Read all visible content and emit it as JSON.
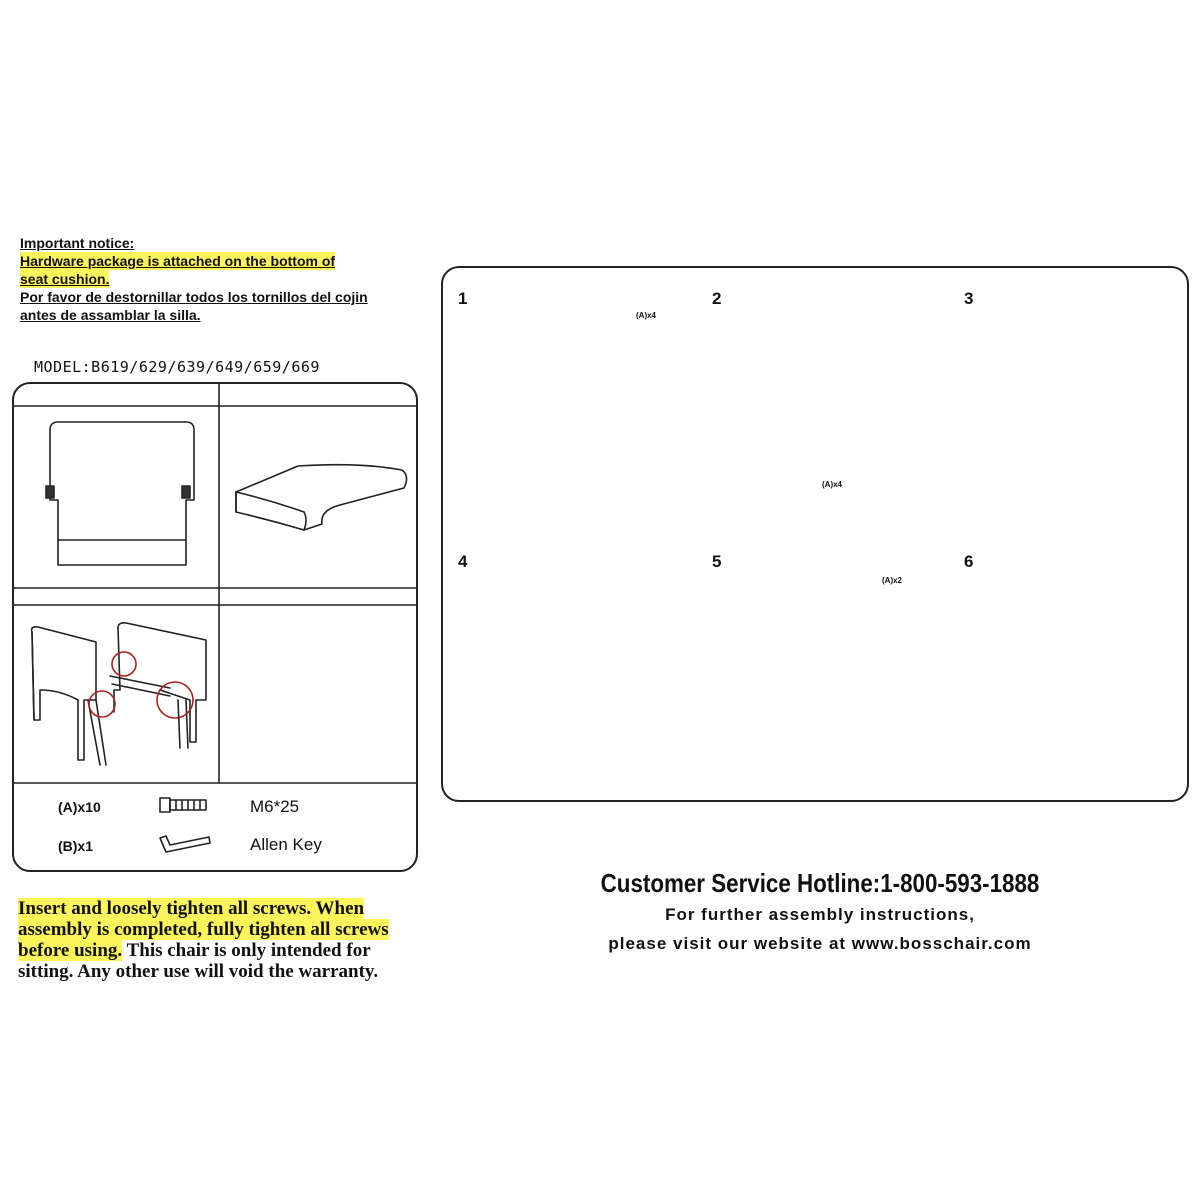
{
  "notice": {
    "heading": "Important notice:",
    "line1": "Hardware package is attached on the bottom of",
    "line2": "seat cushion.",
    "line3": "Por favor de destornillar todos los tornillos del cojin",
    "line4": "antes de assamblar la silla."
  },
  "model": "MODEL:B619/629/639/649/659/669",
  "hardware": [
    {
      "label": "(A)x10",
      "icon": "bolt-icon",
      "desc": "M6*25"
    },
    {
      "label": "(B)x1",
      "icon": "allen-key-icon",
      "desc": "Allen Key"
    }
  ],
  "steps": [
    "1",
    "2",
    "3",
    "4",
    "5",
    "6"
  ],
  "callouts": {
    "step1": "(A)x4",
    "step2": "(A)x4",
    "step5": "(A)x2"
  },
  "warning": {
    "hl1": "Insert and loosely tighten all screws. When",
    "hl2": "assembly is completed, fully tighten all screws",
    "hl3": "before using.",
    "rest3": " This chair is only intended for",
    "line4": "sitting. Any other use will void the warranty."
  },
  "contact": {
    "hotline": "Customer Service Hotline:1-800-593-1888",
    "further": "For further assembly instructions,",
    "visit": "please visit our website at www.bosschair.com"
  }
}
